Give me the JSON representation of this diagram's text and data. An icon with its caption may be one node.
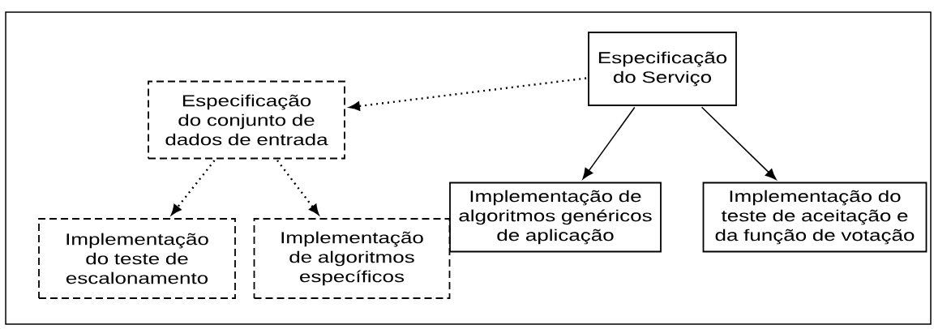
{
  "diagram": {
    "nodes": [
      {
        "text": [
          "Especificação do Serviço"
        ]
      },
      {
        "text": [
          "Especificação do conjunto de dados de entrada"
        ]
      },
      {
        "text": [
          "Implementação do teste de escalonamento"
        ]
      },
      {
        "text": [
          "Implementação de algoritmos específicos"
        ]
      },
      {
        "text": [
          "Implementação de algoritmos genéricos de aplicação"
        ]
      },
      {
        "text": [
          "Implementação do teste de aceitação e da função de votação"
        ]
      }
    ],
    "edges": [
      {
        "from": 0,
        "to": 1,
        "arrow": "to",
        "style": "dashed"
      },
      {
        "from": 1,
        "to": 2,
        "arrow": "to",
        "style": "dashed"
      },
      {
        "from": 1,
        "to": 3,
        "arrow": "to",
        "style": "dashed"
      },
      {
        "from": 0,
        "to": 4,
        "arrow": "to"
      },
      {
        "from": 0,
        "to": 5,
        "arrow": "to"
      }
    ]
  }
}
